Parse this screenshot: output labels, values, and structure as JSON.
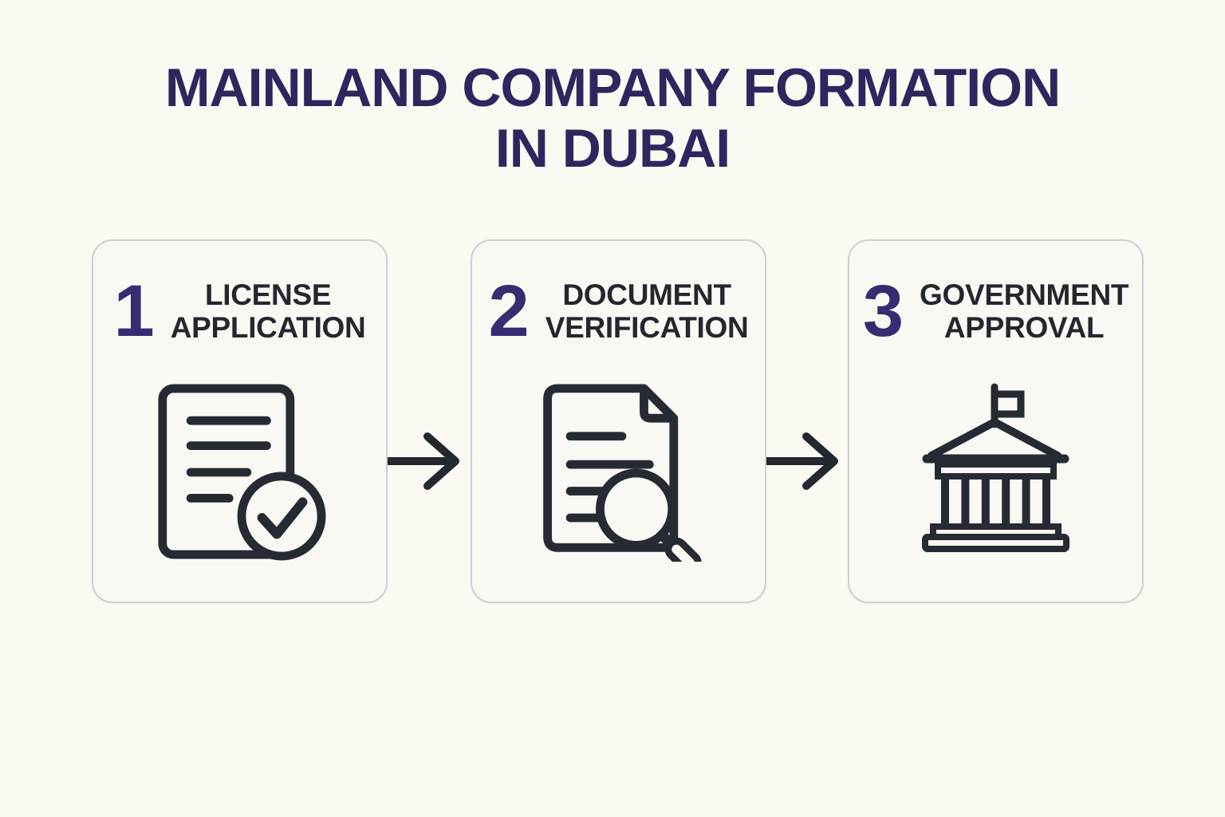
{
  "title": {
    "line1": "MAINLAND COMPANY FORMATION",
    "line2": "IN DUBAI"
  },
  "steps": [
    {
      "number": "1",
      "label_line1": "LICENSE",
      "label_line2": "APPLICATION",
      "icon": "document-check-icon"
    },
    {
      "number": "2",
      "label_line1": "DOCUMENT",
      "label_line2": "VERIFICATION",
      "icon": "document-search-icon"
    },
    {
      "number": "3",
      "label_line1": "GOVERNMENT",
      "label_line2": "APPROVAL",
      "icon": "government-building-icon"
    }
  ],
  "connectors": [
    "right-arrow-icon",
    "right-arrow-icon"
  ],
  "colors": {
    "page_background": "#FBF9F2",
    "card_background": "#F9F8F3",
    "card_border": "#CDD0D6",
    "title_purple": "#31255F",
    "number_purple": "#392B72",
    "ink_charcoal": "#23272E"
  }
}
